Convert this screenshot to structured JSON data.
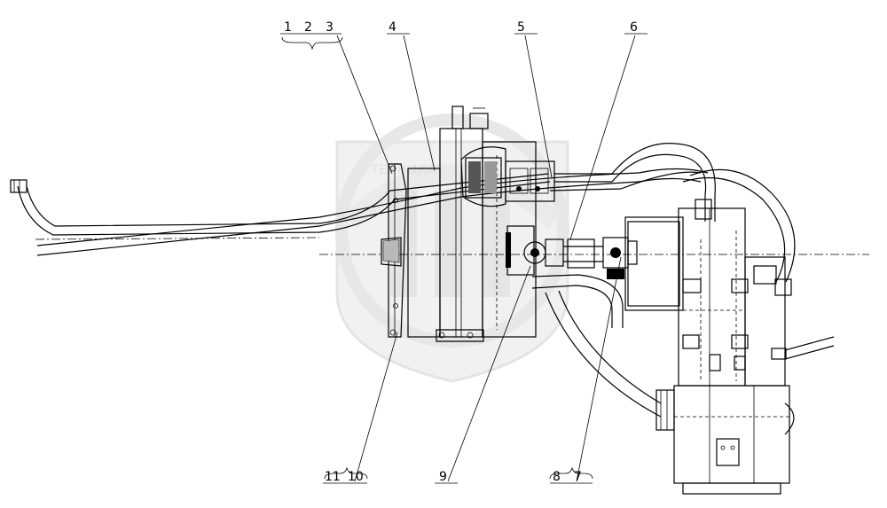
{
  "watermark": {
    "brand_text": "ТЕХНИКА"
  },
  "callouts": [
    {
      "id": "1",
      "text": "1"
    },
    {
      "id": "2",
      "text": "2"
    },
    {
      "id": "3",
      "text": "3"
    },
    {
      "id": "4",
      "text": "4"
    },
    {
      "id": "5",
      "text": "5"
    },
    {
      "id": "6",
      "text": "6"
    },
    {
      "id": "7",
      "text": "7"
    },
    {
      "id": "8",
      "text": "8"
    },
    {
      "id": "9",
      "text": "9"
    },
    {
      "id": "10",
      "text": "10"
    },
    {
      "id": "11",
      "text": "11"
    }
  ]
}
